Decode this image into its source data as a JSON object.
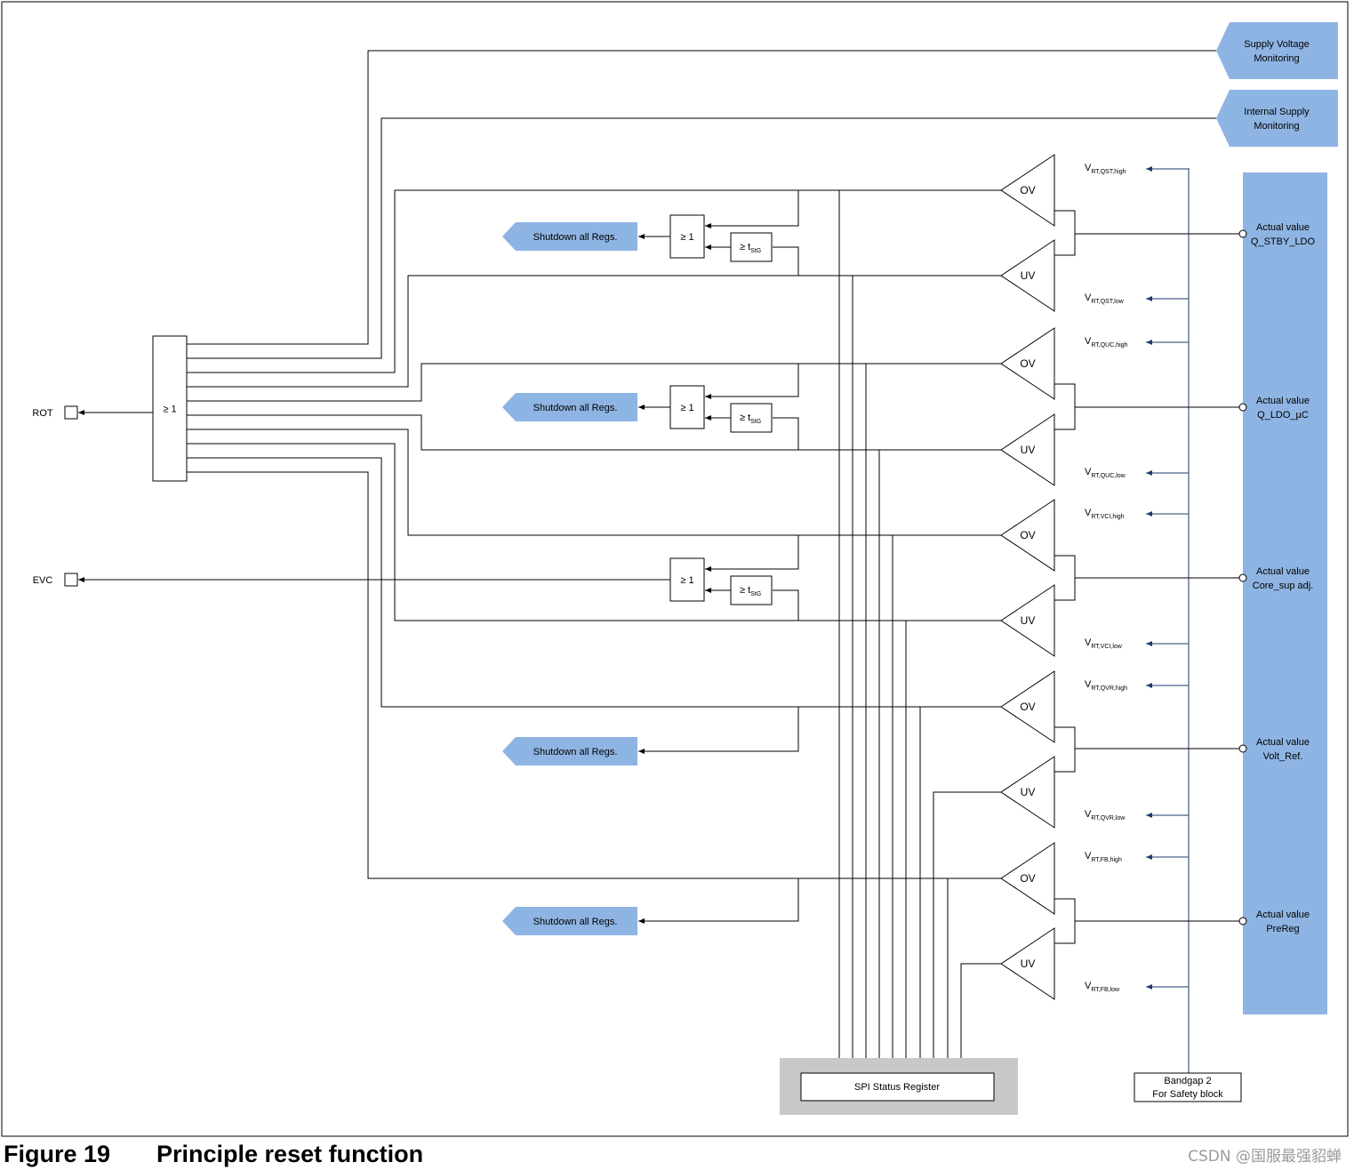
{
  "figure": {
    "number": "Figure 19",
    "title": "Principle reset function"
  },
  "watermark": "CSDN @国服最强貂蝉",
  "colors": {
    "blue_block": "#8eb4e3",
    "spi_frame": "#c8c8c8",
    "wire": "#000000",
    "ref_arrow": "#1f3a6a"
  },
  "outputs": {
    "rot": "ROT",
    "evc": "EVC"
  },
  "gates": {
    "or_label": "≥ 1",
    "timer_main": "≥ t",
    "timer_sub": "StG"
  },
  "monitors": {
    "supply_voltage": [
      "Supply Voltage",
      "Monitoring"
    ],
    "internal_supply": [
      "Internal Supply",
      "Monitoring"
    ]
  },
  "shutdown_label": "Shutdown all Regs.",
  "comparators": {
    "ov": "OV",
    "uv": "UV"
  },
  "channels": [
    {
      "actual_line1": "Actual value",
      "actual_line2": "Q_STBY_LDO",
      "high_main": "V",
      "high_sub": "RT,QST,high",
      "low_main": "V",
      "low_sub": "RT,QST,low"
    },
    {
      "actual_line1": "Actual value",
      "actual_line2": "Q_LDO_µC",
      "high_main": "V",
      "high_sub": "RT,QUC,high",
      "low_main": "V",
      "low_sub": "RT,QUC,low"
    },
    {
      "actual_line1": "Actual value",
      "actual_line2": "Core_sup adj.",
      "high_main": "V",
      "high_sub": "RT,VCI,high",
      "low_main": "V",
      "low_sub": "RT,VCI,low"
    },
    {
      "actual_line1": "Actual value",
      "actual_line2": "Volt_Ref.",
      "high_main": "V",
      "high_sub": "RT,QVR,high",
      "low_main": "V",
      "low_sub": "RT,QVR,low"
    },
    {
      "actual_line1": "Actual value",
      "actual_line2": "PreReg",
      "high_main": "V",
      "high_sub": "RT,FB,high",
      "low_main": "V",
      "low_sub": "RT,FB,low"
    }
  ],
  "spi_register": "SPI Status Register",
  "bandgap": [
    "Bandgap 2",
    "For Safety block"
  ]
}
